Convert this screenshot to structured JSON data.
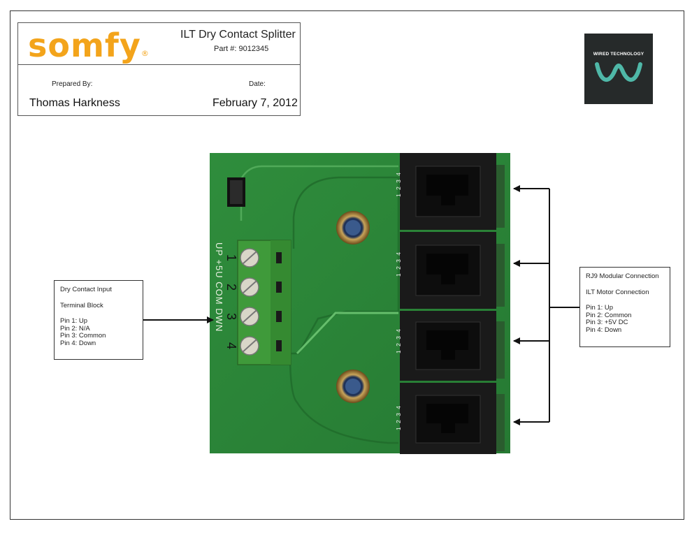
{
  "title_block": {
    "logo_text": "somfy",
    "logo_mark": "®",
    "product_title": "ILT Dry Contact Splitter",
    "part_number": "Part #: 9012345",
    "prepared_by_label": "Prepared By:",
    "prepared_by_value": "Thomas Harkness",
    "date_label": "Date:",
    "date_value": "February 7, 2012"
  },
  "badge": {
    "text": "WIRED TECHNOLOGY",
    "icon": "wave-w-icon",
    "bg_color": "#262a2a",
    "accent_color": "#4fb8a8"
  },
  "board": {
    "terminal_numbers": [
      "1",
      "2",
      "3",
      "4"
    ],
    "silkscreen_label": "UP +5U COM DWN",
    "jack_pin_label": "1 2 3 4",
    "pcb_color": "#2f8d3c",
    "terminal_color": "#3f9a3a"
  },
  "left_callout": {
    "title": "Dry Contact Input",
    "subtitle": "Terminal Block",
    "pins": [
      "Pin 1: Up",
      "Pin 2: N/A",
      "Pin 3: Common",
      "Pin 4: Down"
    ]
  },
  "right_callout": {
    "title": "RJ9 Modular Connection",
    "subtitle": "ILT Motor Connection",
    "pins": [
      "Pin 1: Up",
      "Pin 2: Common",
      "Pin 3: +5V DC",
      "Pin 4: Down"
    ]
  }
}
